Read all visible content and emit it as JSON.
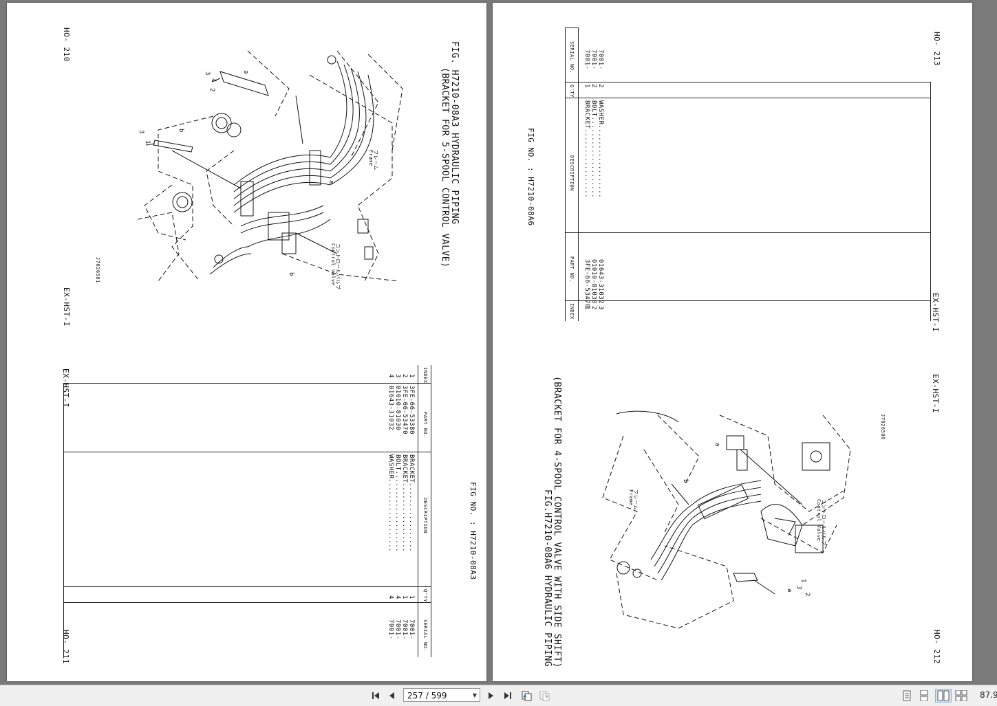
{
  "left_page": {
    "top_page_no": "HO- 210",
    "top_group": "EX-HST-I",
    "fig_title": "FIG. H7210-08A3  HYDRAULIC PIPING",
    "fig_subtitle": "(BRACKET FOR 5-SPOOL CONTROL VALVE)",
    "drawing_id": "J7026581",
    "callouts": {
      "frame_jp": "フレーム",
      "frame": "Frame",
      "cv_jp": "コントロールバルブ",
      "cv": "Control Valve",
      "a": "a",
      "b": "b",
      "n1": "1",
      "n2": "2",
      "n3": "3",
      "n4": "4"
    },
    "fig_no": "FIG NO. : H7210-08A3",
    "bottom_group": "EX-HST-I",
    "bottom_page_no": "HO- 211",
    "table": {
      "headers": {
        "index": "INDEX",
        "part_no": "PART NO.",
        "description": "DESCRIPTION",
        "qty": "Q'TY",
        "serial": "SERIAL NO."
      },
      "rows": [
        {
          "index": "1",
          "part_no": "3FE-66-53380",
          "description": "BRACKET.................",
          "qty": "1",
          "serial": "7001-"
        },
        {
          "index": "2",
          "part_no": "3FE-66-53470",
          "description": "BRACKET.................",
          "qty": "1",
          "serial": "7001-"
        },
        {
          "index": "3",
          "part_no": "01010-81030",
          "description": "BOLT....................",
          "qty": "4",
          "serial": "7001-"
        },
        {
          "index": "4",
          "part_no": "01643-31032",
          "description": "WASHER..................",
          "qty": "4",
          "serial": "7001-"
        }
      ]
    }
  },
  "right_page": {
    "top_page_no": "HO- 213",
    "fig_no": "FIG NO. : H7210-08A6",
    "top_group": "EX-HST-I",
    "group2": "EX-HST-I",
    "drawing_id": "J7026580",
    "fig_title": "FIG.H7210-08A6  HYDRAULIC PIPING",
    "fig_subtitle": "(BRACKET FOR 4-SPOOL CONTROL VALVE WITH SIDE SHIFT)",
    "callouts": {
      "frame_jp": "フレーム",
      "frame": "Frame",
      "cv_jp": "コントロールバルブ",
      "cv": "Control Valve",
      "a": "a",
      "b": "b",
      "n1": "1",
      "n2": "2",
      "n3": "3"
    },
    "bottom_page_no": "HO- 212",
    "table": {
      "headers": {
        "index": "INDEX",
        "part_no": "PART NO.",
        "description": "DESCRIPTION",
        "qty": "Q'TY",
        "serial": "SERIAL NO."
      },
      "rows": [
        {
          "index": "1",
          "part_no": "3FE-66-53470",
          "description": "BRACKET.................",
          "qty": "1",
          "serial": "7001-"
        },
        {
          "index": "2",
          "part_no": "01010-81030",
          "description": "BOLT....................",
          "qty": "2",
          "serial": "7001-"
        },
        {
          "index": "3",
          "part_no": "01643-31032",
          "description": "WASHER..................",
          "qty": "2",
          "serial": "7001-"
        }
      ]
    }
  },
  "toolbar": {
    "page_indicator": "257 / 599",
    "zoom": "87.9",
    "icons": [
      "first-page-icon",
      "prev-page-icon",
      "next-page-icon",
      "last-page-icon",
      "previous-view-icon",
      "next-view-icon",
      "single-page-icon",
      "continuous-icon",
      "facing-icon",
      "continuous-facing-icon"
    ]
  }
}
